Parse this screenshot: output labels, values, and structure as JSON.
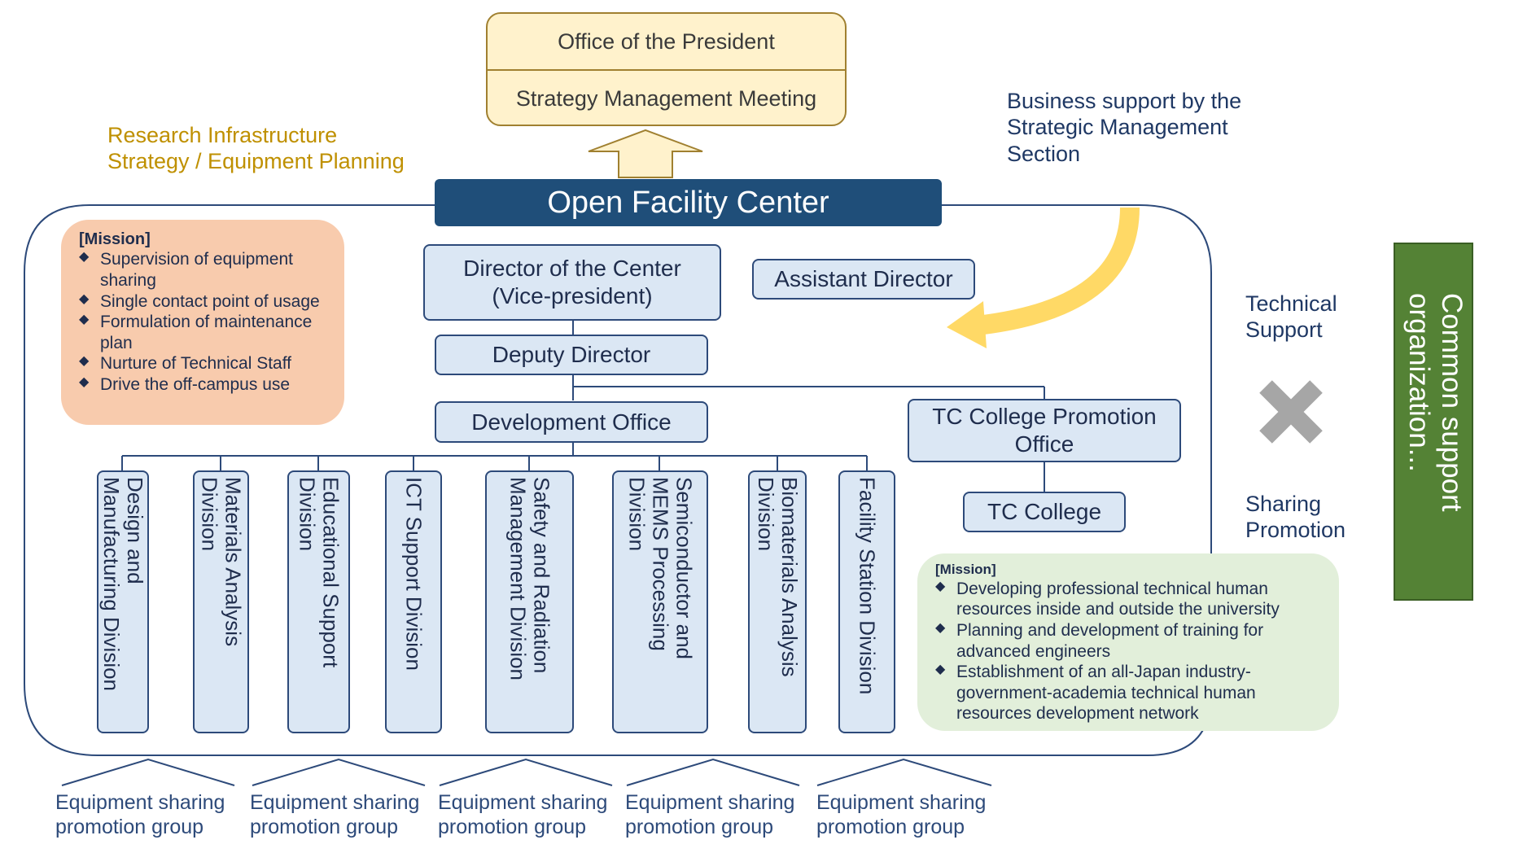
{
  "top": {
    "president": "Office of the President",
    "meeting": "Strategy Management Meeting"
  },
  "research_label": "Research Infrastructure\nStrategy / Equipment Planning",
  "business_support": "Business support by the\nStrategic Management\nSection",
  "center_title": "Open Facility Center",
  "director": "Director of the Center\n(Vice-president)",
  "assistant_director": "Assistant Director",
  "deputy_director": "Deputy Director",
  "development_office": "Development Office",
  "tc_college_promotion": "TC College Promotion\nOffice",
  "tc_college": "TC College",
  "mission_left": {
    "title": "[Mission]",
    "items": [
      "Supervision of equipment sharing",
      "Single contact point of usage",
      "Formulation of maintenance plan",
      "Nurture of Technical Staff",
      "Drive the off-campus use"
    ]
  },
  "mission_right": {
    "title": "[Mission]",
    "items": [
      "Developing professional technical human resources inside and outside the university",
      "Planning and development of training for advanced engineers",
      "Establishment of an all-Japan industry-government-academia technical human resources development network"
    ]
  },
  "bullet": "◆",
  "divisions": [
    "Design and\nManufacturing Division",
    "Materials Analysis\nDivision",
    "Educational Support\nDivision",
    "ICT Support Division",
    "Safety and Radiation\nManagement Division",
    "Semiconductor and\nMEMS Processing\nDivision",
    "Biomaterials Analysis\nDivision",
    "Facility Station Division"
  ],
  "groups": [
    "Equipment sharing\npromotion group",
    "Equipment sharing\npromotion group",
    "Equipment sharing\npromotion group",
    "Equipment sharing\npromotion group",
    "Equipment sharing\npromotion group"
  ],
  "side": {
    "technical_support": "Technical\nSupport",
    "sharing_promotion": "Sharing\nPromotion",
    "cross_icon": "cross-icon",
    "common_support": "Common support organization..."
  },
  "colors": {
    "navy": "#1f4e79",
    "gold_text": "#bf9000",
    "president_fill": "#fff2cc",
    "mission_left_fill": "#f8cbad",
    "mission_right_fill": "#e2efda",
    "green_box": "#548235",
    "yellow_arrow": "#ffd966"
  }
}
